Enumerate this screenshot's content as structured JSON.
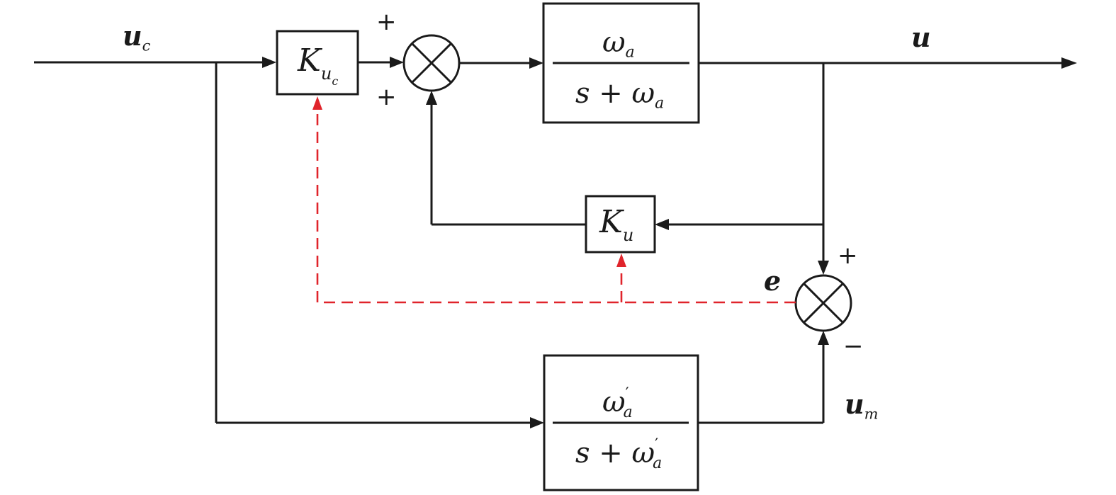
{
  "signals": {
    "input": {
      "base": "u",
      "sub": "c"
    },
    "output": {
      "base": "u"
    },
    "error": {
      "base": "e"
    },
    "model_output": {
      "base": "u",
      "sub": "m"
    }
  },
  "blocks": {
    "feedforward_gain": {
      "base": "K",
      "sub": "u",
      "subsub": "c"
    },
    "feedback_gain": {
      "base": "K",
      "sub": "u"
    },
    "plant": {
      "num_base": "ω",
      "num_sub": "a",
      "den_prefix": "s + ω",
      "den_sub": "a"
    },
    "reference_model": {
      "num_base": "ω",
      "num_sup": "′",
      "num_sub": "a",
      "den_prefix": "s + ω",
      "den_sup": "′",
      "den_sub": "a"
    }
  },
  "sum1_signs": {
    "top": "+",
    "bottom": "+"
  },
  "sum2_signs": {
    "top": "+",
    "bottom": "−"
  },
  "colors": {
    "line": "#1a1a1a",
    "adaptation": "#e0242b"
  }
}
